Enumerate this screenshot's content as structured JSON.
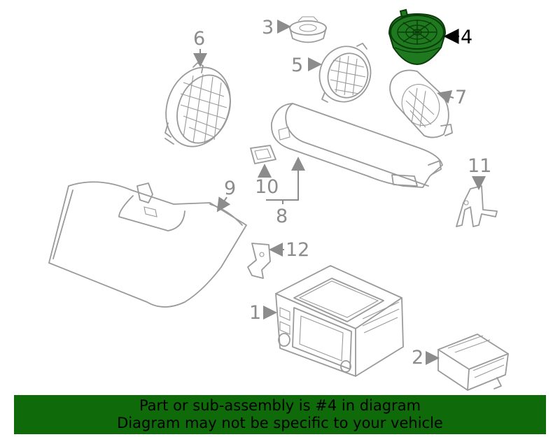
{
  "callouts": {
    "c1": "1",
    "c2": "2",
    "c3": "3",
    "c4": "4",
    "c5": "5",
    "c6": "6",
    "c7": "7",
    "c8": "8",
    "c9": "9",
    "c10": "10",
    "c11": "11",
    "c12": "12"
  },
  "banner": {
    "line1": "Part or sub-assembly is #4 in diagram",
    "line2": "Diagram may not be specific to your vehicle"
  },
  "colors": {
    "highlight": "#1f7a1f",
    "banner": "#0f6a0a",
    "outline": "#9a9a9a"
  }
}
